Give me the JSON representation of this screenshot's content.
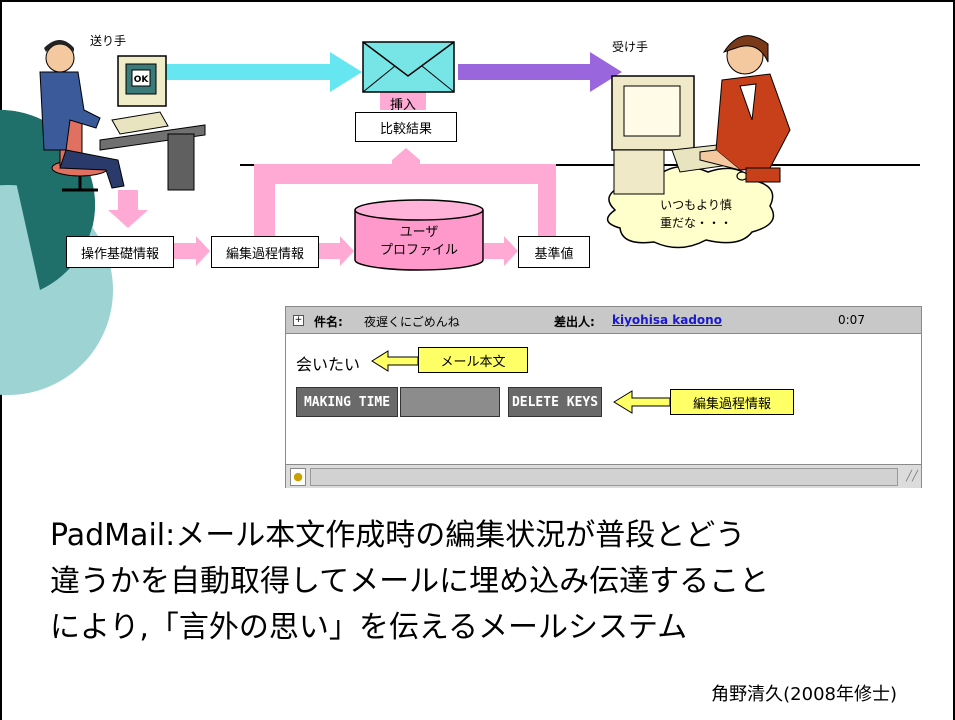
{
  "diagram": {
    "sender_label": "送り手",
    "receiver_label": "受け手",
    "insert_label": "挿入",
    "compare_label": "比較結果",
    "basic_info_label": "操作基礎情報",
    "edit_info_label": "編集過程情報",
    "profile_line1": "ユーザ",
    "profile_line2": "プロファイル",
    "reference_label": "基準値",
    "thought_line1": "いつもより慎",
    "thought_line2": "重だな・・・",
    "ok_screen_text": "OK"
  },
  "mail_window": {
    "subject_label": "件名:",
    "subject_value": "夜遅くにごめんね",
    "from_label": "差出人:",
    "from_value": "kiyohisa kadono",
    "time": "0:07",
    "expand_glyph": "+",
    "body_text": "会いたい",
    "body_tag": "メール本文",
    "key_making_time": "MAKING TIME",
    "key_delete_keys": "DELETE KEYS",
    "edit_tag": "編集過程情報"
  },
  "caption": {
    "line1": "PadMail:メール本文作成時の編集状況が普段とどう",
    "line2": "違うかを自動取得してメールに埋め込み伝達すること",
    "line3": "により,「言外の思い」を伝えるメールシステム"
  },
  "credit": "角野清久(2008年修士)",
  "colors": {
    "teal_dark": "#1f6f6a",
    "teal_light": "#9ed3d3",
    "arrow_cyan": "#66e6f0",
    "arrow_purple": "#9966dd",
    "arrow_pink": "#ffaad4",
    "profile_fill": "#ff99cc",
    "tag_yellow": "#ffff66",
    "envelope_fill": "#77e5e5"
  }
}
